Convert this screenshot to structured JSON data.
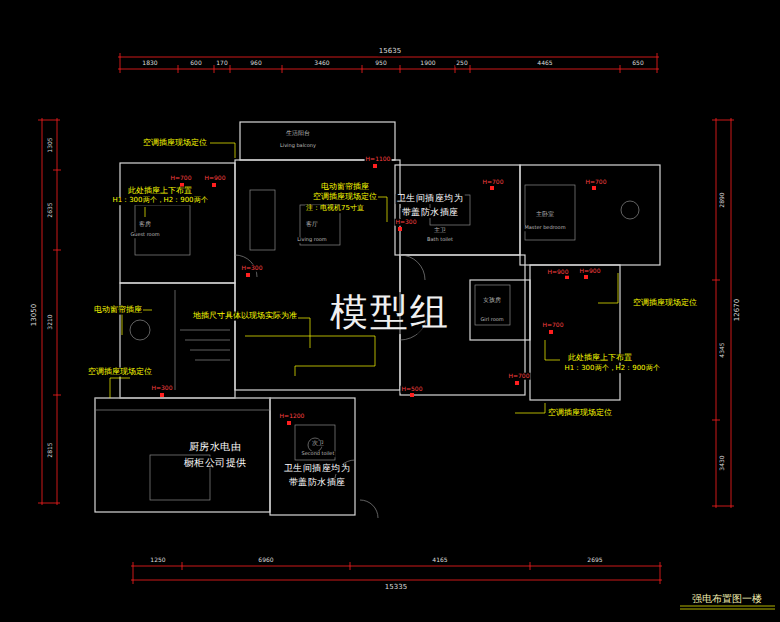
{
  "diagram": {
    "caption": "强电布置图一楼",
    "labels": [
      "15635",
      "1830",
      "600",
      "170",
      "960",
      "3460",
      "950",
      "1900",
      "250",
      "4465",
      "650",
      "1250",
      "6960",
      "4165",
      "2695",
      "15335",
      "13050",
      "1305",
      "2635",
      "3210",
      "2815",
      "12670",
      "2890",
      "4345",
      "3430",
      "空调插座现场定位",
      "此处插座上下布置",
      "H1：300两个，H2：900两个",
      "电动窗帘插座",
      "空调插座现场定位",
      "注：电视机75寸直",
      "卫生间插座均为",
      "带盖防水插座",
      "电动窗帘插座",
      "地插尺寸具体以现场实际为准",
      "空调插座现场定位",
      "厨房水电由",
      "橱柜公司提供",
      "卫生间插座均为",
      "带盖防水插座",
      "空调插座现场定位",
      "此处插座上下布置",
      "H1：300两个，H2：900两个",
      "空调插座现场定位",
      "生活阳台",
      "Living balcony",
      "客房",
      "Guest room",
      "客厅",
      "Living room",
      "主卧室",
      "Master bedroom",
      "主卫",
      "Bath toilet",
      "女孩房",
      "Girl room",
      "次卫",
      "Second toilet",
      "H=700",
      "H=900",
      "H=300",
      "H=1100",
      "H=300",
      "H=700",
      "H=700",
      "H=900",
      "H=900",
      "H=700",
      "H=500",
      "H=300",
      "H=1200",
      "H=700",
      "模型组"
    ]
  }
}
